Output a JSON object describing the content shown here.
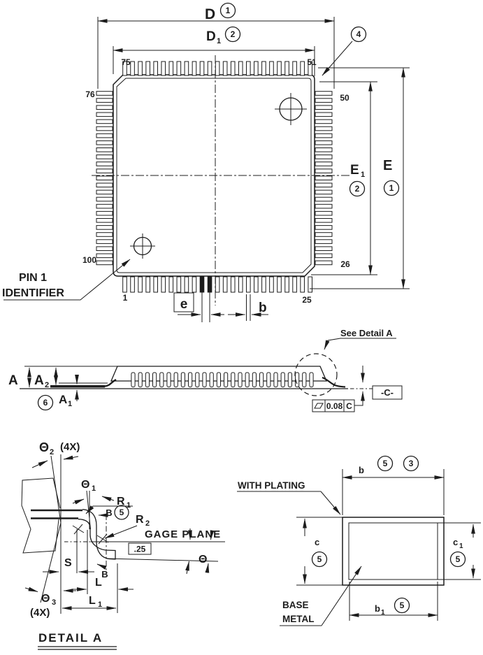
{
  "colors": {
    "ink": "#1c1c1c",
    "background": "#ffffff"
  },
  "top_view": {
    "dim_d": {
      "label": "D",
      "note": "1"
    },
    "dim_d1": {
      "label": "D",
      "sub": "1",
      "note": "2"
    },
    "dim_e": {
      "label": "E",
      "note": "1"
    },
    "dim_e1": {
      "label": "E",
      "sub": "1",
      "note": "2"
    },
    "corner_note": "4",
    "pins": {
      "p75": "75",
      "p51": "51",
      "p76": "76",
      "p50": "50",
      "p100": "100",
      "p26": "26",
      "p1": "1",
      "p25": "25"
    },
    "pin1_identifier": {
      "line1": "PIN  1",
      "line2": "IDENTIFIER"
    },
    "pitch_label": "e",
    "lead_width_label": "b"
  },
  "side_view": {
    "dim_a": "A",
    "dim_a2": {
      "label": "A",
      "sub": "2"
    },
    "dim_a1": {
      "label": "A",
      "sub": "1",
      "note": "6"
    },
    "see_detail_label": "See Detail A",
    "datum_label": "-C-",
    "flatness": {
      "value": "0.08",
      "datum": "C"
    }
  },
  "detail_a": {
    "theta2": {
      "label": "Θ",
      "sub": "2",
      "qty": "(4X)"
    },
    "theta1": {
      "label": "Θ",
      "sub": "1"
    },
    "r1": {
      "label": "R",
      "sub": "1"
    },
    "r2": {
      "label": "R",
      "sub": "2"
    },
    "section_label": "B",
    "section_note": "5",
    "gage_plane_label": "GAGE  PLANE",
    "gage_offset": ".25",
    "theta": "Θ",
    "dim_s": "S",
    "dim_l": "L",
    "dim_l1": {
      "label": "L",
      "sub": "1"
    },
    "theta3": {
      "label": "Θ",
      "sub": "3",
      "qty": "(4X)"
    },
    "title": "DETAIL  A"
  },
  "cross_section": {
    "with_plating_label": "WITH  PLATING",
    "base_metal_label": {
      "line1": "BASE",
      "line2": "METAL"
    },
    "dim_b": {
      "label": "b",
      "note1": "5",
      "note2": "3"
    },
    "dim_b1": {
      "label": "b",
      "sub": "1",
      "note": "5"
    },
    "dim_c": {
      "label": "c",
      "note": "5"
    },
    "dim_c1": {
      "label": "c",
      "sub": "1",
      "note": "5"
    }
  }
}
